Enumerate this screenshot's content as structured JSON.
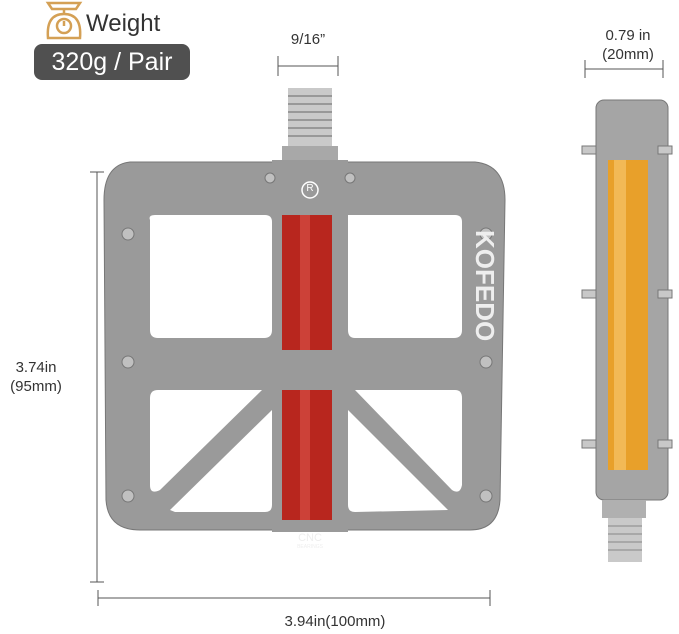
{
  "badge": {
    "icon": "scale-icon",
    "label": "Weight",
    "value": "320g / Pair",
    "icon_color": "#d4a055",
    "pill_color": "#505050"
  },
  "dimensions": {
    "spindle": "9/16”",
    "thickness_line1": "0.79 in",
    "thickness_line2": "(20mm)",
    "height_line1": "3.74in",
    "height_line2": "(95mm)",
    "width": "3.94in(100mm)"
  },
  "pedal": {
    "engraving_line1": "CNC",
    "engraving_line2": "BEARINGS",
    "brand": "KOFEDO",
    "logo": "R",
    "body_color": "#9a9a9a",
    "axle_color": "#b8261e",
    "reflector_color": "#e8a02a"
  }
}
